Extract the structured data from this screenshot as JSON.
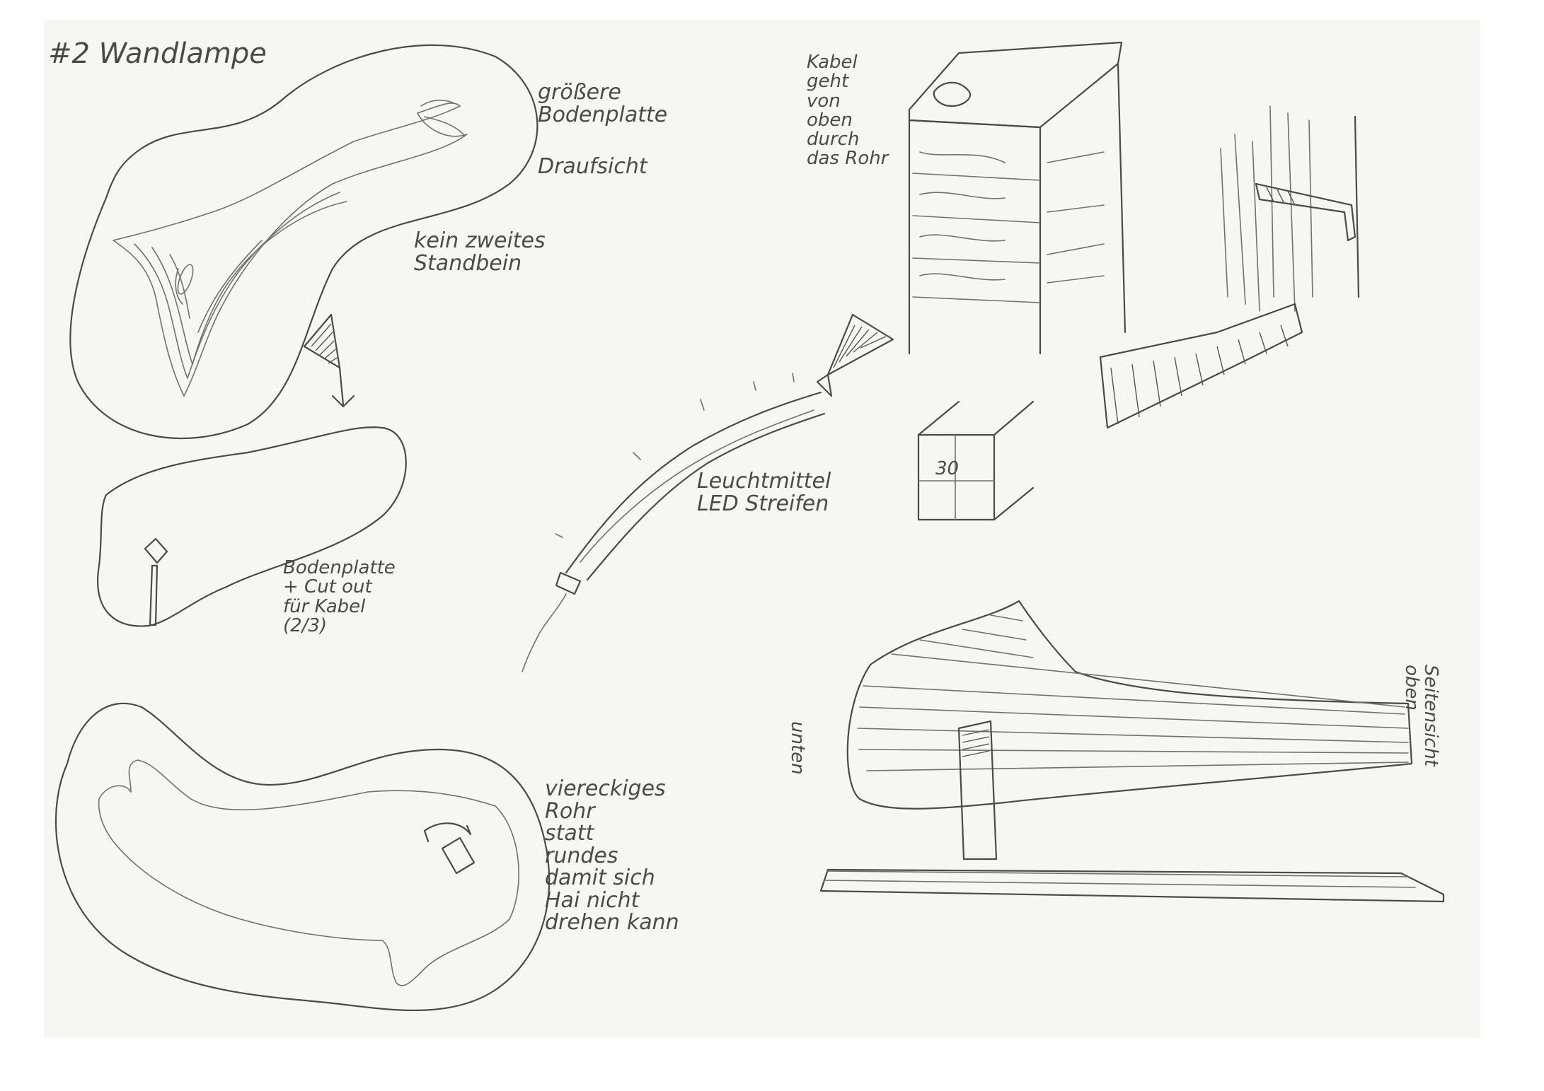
{
  "title": "#2 Wandlampe",
  "labels": {
    "baseplate_larger": "größere\nBodenplatte",
    "top_view": "Draufsicht",
    "no_second_leg": "kein zweites\nStandbein",
    "baseplate_cutout": "Bodenplatte\n+ Cut out\nfür Kabel\n(2/3)",
    "led": "Leuchtmittel\nLED Streifen",
    "cable": "Kabel\ngeht\nvon\noben\ndurch\ndas Rohr",
    "dimension": "30",
    "square_tube": "viereckiges\nRohr\nstatt\nrundes\ndamit sich\nHai nicht\ndrehen kann",
    "side_view_top": "Seitensicht\noben",
    "side_view_bottom": "unten"
  }
}
